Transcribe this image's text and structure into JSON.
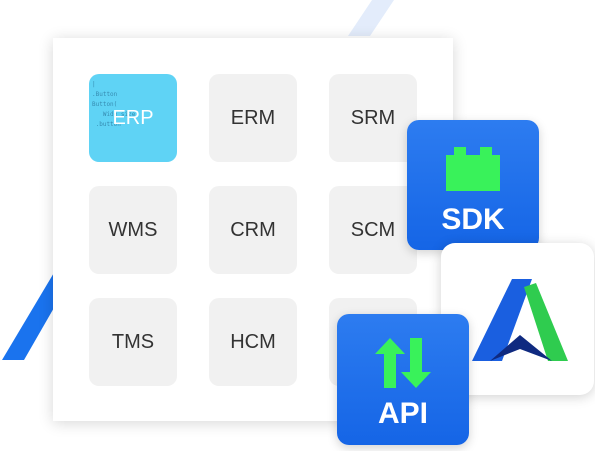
{
  "modules": [
    {
      "label": "ERP",
      "active": true
    },
    {
      "label": "ERM"
    },
    {
      "label": "SRM"
    },
    {
      "label": "WMS"
    },
    {
      "label": "CRM"
    },
    {
      "label": "SCM"
    },
    {
      "label": "TMS"
    },
    {
      "label": "HCM"
    },
    {
      "label": ""
    }
  ],
  "erp_code_snippet": "|\n.Button  \nButton(\n   Wide size\n .button",
  "sdk_card": {
    "label": "SDK",
    "icon": "lego-block-icon",
    "icon_color": "#39f25a"
  },
  "api_card": {
    "label": "API",
    "icon": "up-down-arrows-icon",
    "icon_color": "#39f25a"
  },
  "logo_card": {
    "icon": "brand-a-logo-icon"
  },
  "colors": {
    "accent_blue": "#1565e6",
    "tile_active": "#5fd3f5",
    "tile_bg": "#f1f1f1",
    "logo_green": "#2fcc4f",
    "logo_navy": "#0f2a80"
  }
}
